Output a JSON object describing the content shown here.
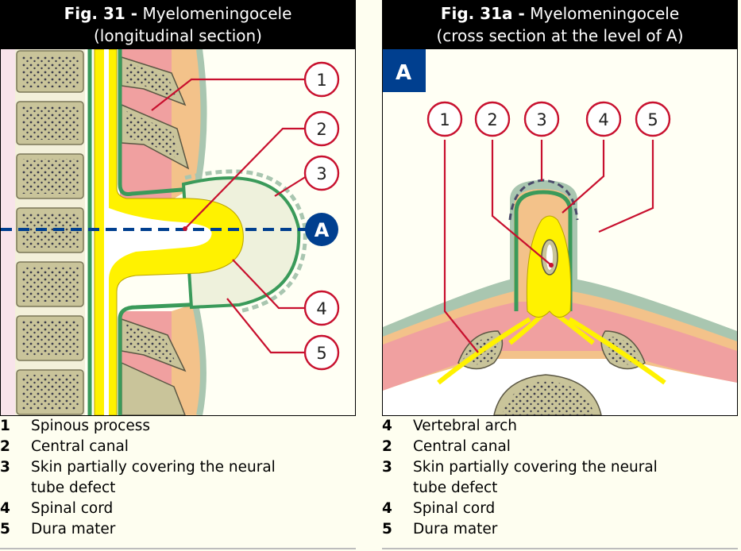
{
  "left": {
    "title_prefix": "Fig. 31 -",
    "title_main": "Myelomeningocele",
    "subtitle": "(longitudinal section)",
    "section_marker": "A",
    "callouts": [
      "1",
      "2",
      "3",
      "4",
      "5"
    ],
    "legend": [
      {
        "num": "1",
        "text": "Spinous process"
      },
      {
        "num": "2",
        "text": "Central canal"
      },
      {
        "num": "3",
        "text": "Skin partially covering the neural tube defect"
      },
      {
        "num": "4",
        "text": "Spinal cord"
      },
      {
        "num": "5",
        "text": "Dura mater"
      }
    ]
  },
  "right": {
    "title_prefix": "Fig. 31a -",
    "title_main": "Myelomeningocele",
    "subtitle": "(cross section at the level of A)",
    "section_marker": "A",
    "callouts": [
      "1",
      "2",
      "3",
      "4",
      "5"
    ],
    "legend": [
      {
        "num": "4",
        "text": "Vertebral arch"
      },
      {
        "num": "2",
        "text": "Central canal"
      },
      {
        "num": "3",
        "text": "Skin partially covering the neural tube defect"
      },
      {
        "num": "4",
        "text": "Spinal cord"
      },
      {
        "num": "5",
        "text": "Dura mater"
      }
    ]
  },
  "colors": {
    "leader": "#c8102e",
    "marker": "#003f8f",
    "spinal_cord": "#fff200",
    "dura": "#3a9a5a",
    "muscle": "#f0a0a0",
    "bone": "#c9c49a",
    "skin": "#a9c6b0"
  }
}
